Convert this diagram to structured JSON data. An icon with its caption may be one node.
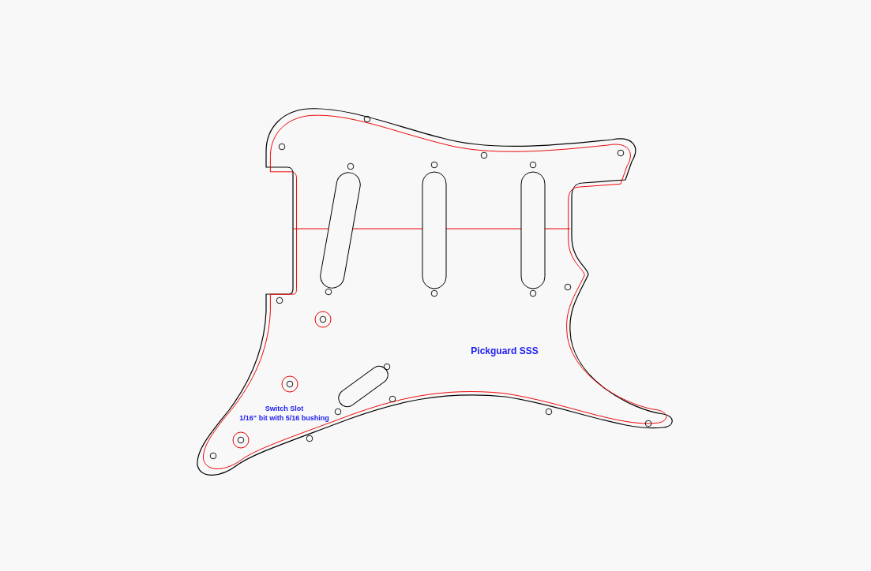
{
  "diagram": {
    "labels": [
      "Pickguard SSS",
      "Switch Slot",
      "1/16\" bit with 5/16 bushing"
    ]
  }
}
